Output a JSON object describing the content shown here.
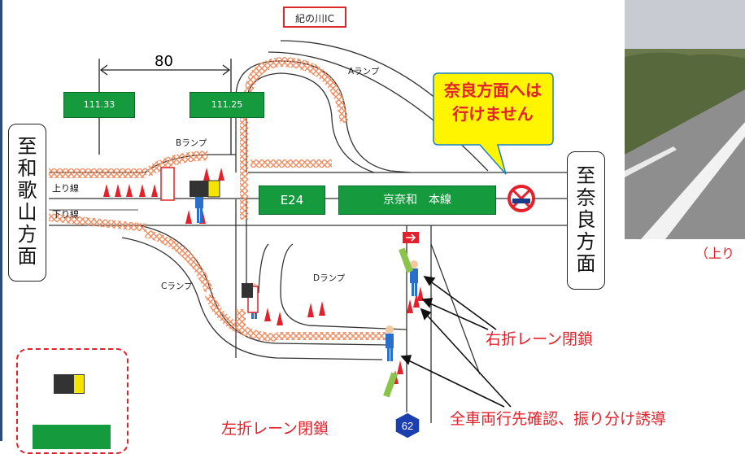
{
  "ic_name": "紀の川IC",
  "distance": "80",
  "kp_signs": [
    "111.33",
    "111.25"
  ],
  "ramps": {
    "a": "Aランプ",
    "b": "Bランプ",
    "c": "Cランプ",
    "d": "Dランプ"
  },
  "lanes": {
    "up": "上り線",
    "down": "下り線"
  },
  "route_e24": "E24",
  "mainline": "京奈和　本線",
  "callout": {
    "line1": "奈良方面へは",
    "line2": "行けません"
  },
  "dest_left": [
    "至",
    "和",
    "歌",
    "山",
    "方",
    "面"
  ],
  "dest_right": [
    "至",
    "奈",
    "良",
    "方",
    "面"
  ],
  "labels": {
    "right_lane_closed": "右折レーン閉鎖",
    "left_lane_closed": "左折レーン閉鎖",
    "guidance": "全車両行先確認、振り分け誘導"
  },
  "route_62": "62",
  "photo_caption": "（上り",
  "colors": {
    "accent_red": "#e4202a",
    "sign_green": "#159a3e",
    "callout_yellow": "#fff500"
  }
}
